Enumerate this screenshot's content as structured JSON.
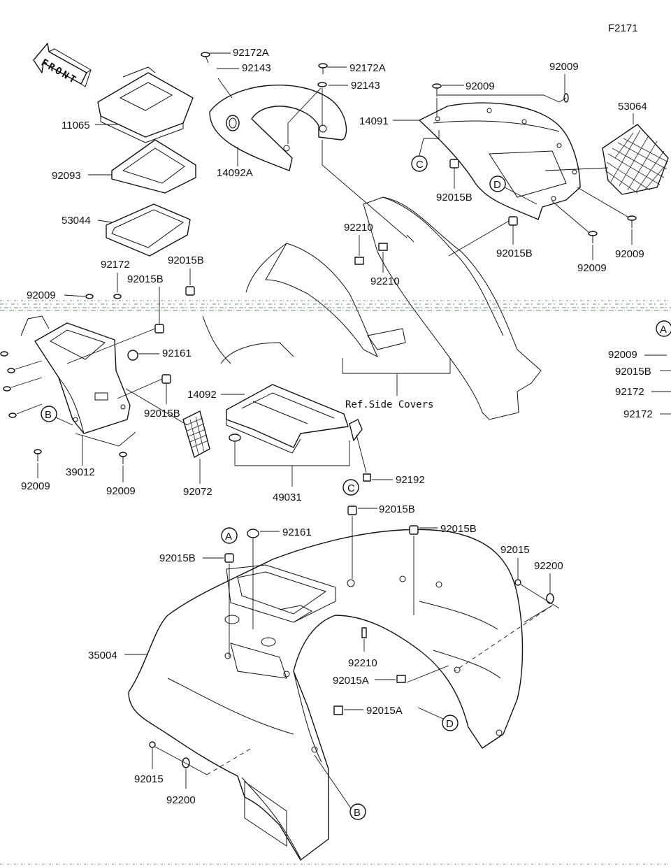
{
  "figure_code": "F2171",
  "front_label": "FRONT",
  "ref_label": "Ref.Side Covers",
  "circles": {
    "A": "A",
    "B": "B",
    "C": "C",
    "D": "D"
  },
  "parts": {
    "p92172A_1": "92172A",
    "p92143_1": "92143",
    "p92172A_2": "92172A",
    "p92143_2": "92143",
    "p92009_a": "92009",
    "p92009_b": "92009",
    "p53064": "53064",
    "p11065": "11065",
    "p92093": "92093",
    "p53044": "53044",
    "p14092A": "14092A",
    "p14091": "14091",
    "p92015B_a": "92015B",
    "p92015B_b": "92015B",
    "p92009_c": "92009",
    "p92009_d": "92009",
    "p92210_a": "92210",
    "p92210_b": "92210",
    "p92172": "92172",
    "p92015B_c": "92015B",
    "p92015B_d": "92015B",
    "p92009_e": "92009",
    "p92161_a": "92161",
    "p92015B_e": "92015B",
    "p14092": "14092",
    "p39012": "39012",
    "p92009_f": "92009",
    "p92009_g": "92009",
    "p92072": "92072",
    "p49031": "49031",
    "p92192": "92192",
    "r92009": "92009",
    "r92015B": "92015B",
    "r92172_a": "92172",
    "r92172_b": "92172",
    "p92015B_f": "92015B",
    "p92015B_g": "92015B",
    "p92161_b": "92161",
    "p92015B_h": "92015B",
    "p92015": "92015",
    "p92200": "92200",
    "p35004": "35004",
    "p92210_c": "92210",
    "p92015A_a": "92015A",
    "p92015A_b": "92015A",
    "p92015_b": "92015",
    "p92200_b": "92200"
  }
}
